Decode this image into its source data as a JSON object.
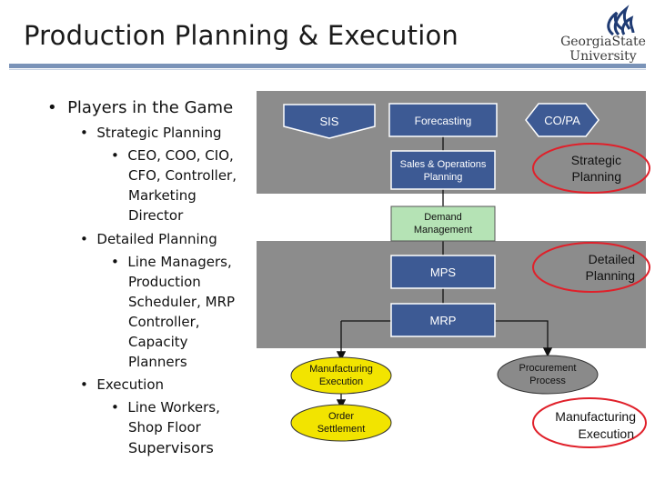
{
  "title": "Production Planning & Execution",
  "logo": {
    "line1": "GeorgiaState",
    "line2": "University"
  },
  "bullets": {
    "l1": "Players in the Game",
    "strategic": "Strategic Planning",
    "strategic_roles": [
      "CEO, COO, CIO,",
      "CFO, Controller,",
      "Marketing",
      "Director"
    ],
    "detailed": "Detailed Planning",
    "detailed_roles": [
      "Line Managers,",
      "Production",
      "Scheduler, MRP",
      "Controller,",
      "Capacity",
      "Planners"
    ],
    "execution": "Execution",
    "execution_roles": [
      "Line Workers,",
      "Shop Floor",
      "Supervisors"
    ]
  },
  "diagram": {
    "nodes": {
      "sis": "SIS",
      "forecasting": "Forecasting",
      "copa": "CO/PA",
      "sop": [
        "Sales & Operations",
        "Planning"
      ],
      "demand": [
        "Demand",
        "Management"
      ],
      "mps": "MPS",
      "mrp": "MRP",
      "mfg_exec": [
        "Manufacturing",
        "Execution"
      ],
      "order_settle": [
        "Order",
        "Settlement"
      ],
      "procurement": [
        "Procurement",
        "Process"
      ]
    },
    "labels": {
      "strategic": [
        "Strategic",
        "Planning"
      ],
      "detailed": [
        "Detailed",
        "Planning"
      ],
      "execution": [
        "Manufacturing",
        "Execution"
      ]
    }
  },
  "colors": {
    "band": "#8c8c8c",
    "node_blue": "#3d5a94",
    "node_green": "#b5e3b5",
    "node_yellow": "#f2e400",
    "node_gray": "#8a8a8a",
    "highlight_red": "#e0202a",
    "title_rule": "#7a93b8"
  }
}
